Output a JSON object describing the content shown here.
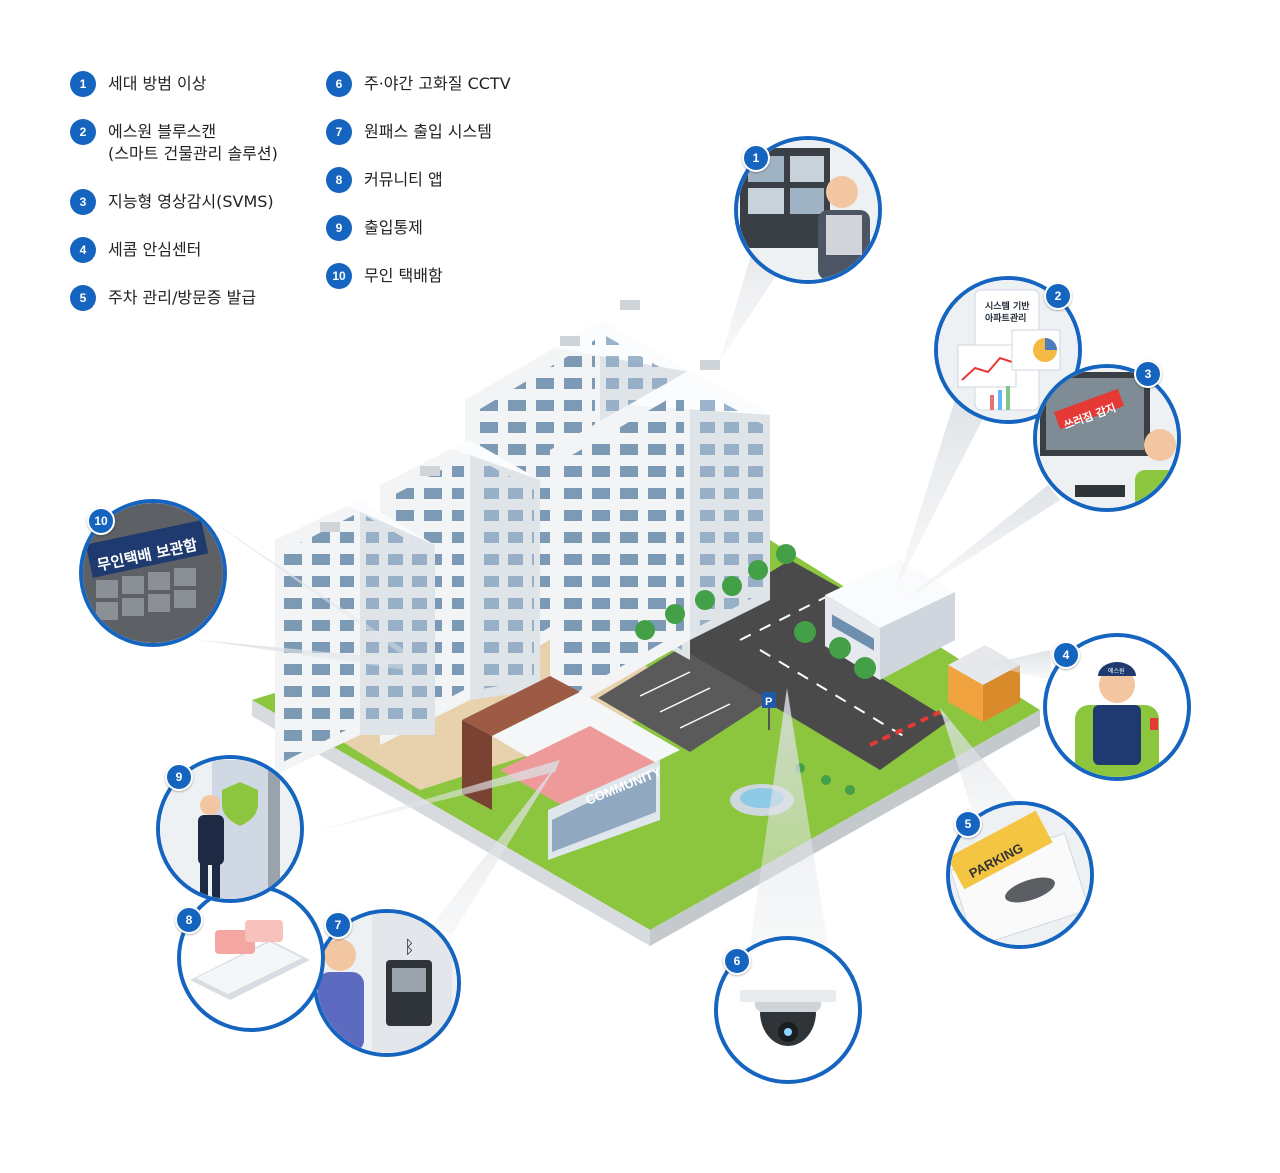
{
  "legend": [
    {
      "num": "1",
      "lines": [
        "세대 방범 이상"
      ]
    },
    {
      "num": "2",
      "lines": [
        "에스원 블루스캔",
        "(스마트 건물관리 솔루션)"
      ]
    },
    {
      "num": "3",
      "lines": [
        "지능형 영상감시(SVMS)"
      ]
    },
    {
      "num": "4",
      "lines": [
        "세콤 안심센터"
      ]
    },
    {
      "num": "5",
      "lines": [
        "주차 관리/방문증 발급"
      ]
    },
    {
      "num": "6",
      "lines": [
        "주·야간 고화질 CCTV"
      ]
    },
    {
      "num": "7",
      "lines": [
        "원패스 출입 시스템"
      ]
    },
    {
      "num": "8",
      "lines": [
        "커뮤니티 앱"
      ]
    },
    {
      "num": "9",
      "lines": [
        "출입통제"
      ]
    },
    {
      "num": "10",
      "lines": [
        "무인 택배함"
      ]
    }
  ],
  "scene_text": {
    "community_sign": "COMMUNITY",
    "locker_sign": "무인택배 보관함",
    "mgmt_card_title": "시스템 기반",
    "mgmt_card_subtitle": "아파트관리",
    "trash_alert": "쓰러짐 감지",
    "parking_pass": "PARKING",
    "guard_cap": "에스원",
    "parking_sign": "P"
  },
  "colors": {
    "accent": "#1565c0",
    "grass": "#8cc63f",
    "road": "#4a4a4a",
    "building": "#f2f4f6",
    "window": "#6f8fae",
    "community": "#e98a8a"
  }
}
